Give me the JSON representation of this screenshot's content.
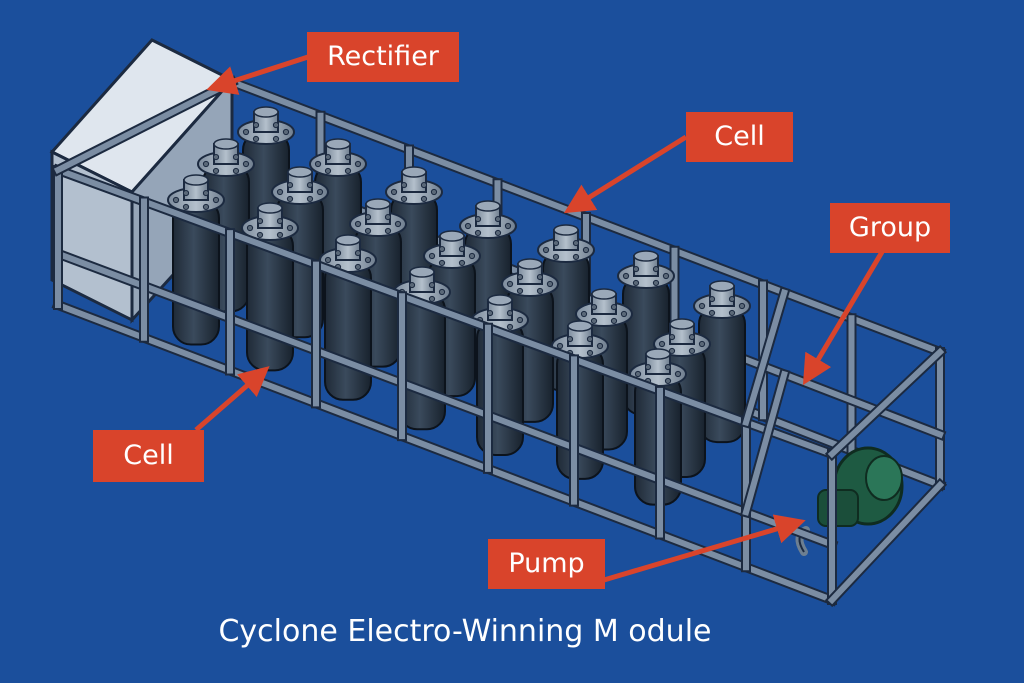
{
  "diagram": {
    "caption": "Cyclone Electro-Winning M odule",
    "callouts": {
      "rectifier": "Rectifier",
      "cell_top": "Cell",
      "group": "Group",
      "cell_bottom": "Cell",
      "pump": "Pump"
    }
  },
  "colors": {
    "background": "#1b4f9c",
    "frame": "#7b8da3",
    "frame_outline": "#1c2a40",
    "cell_body": "#2d3b4c",
    "cell_cap": "#9aa8b8",
    "rectifier_box": "#c9d3dd",
    "pump": "#1e5a42",
    "callout_fill": "#d9442b",
    "arrow": "#d9442b",
    "caption_text": "#ffffff"
  }
}
